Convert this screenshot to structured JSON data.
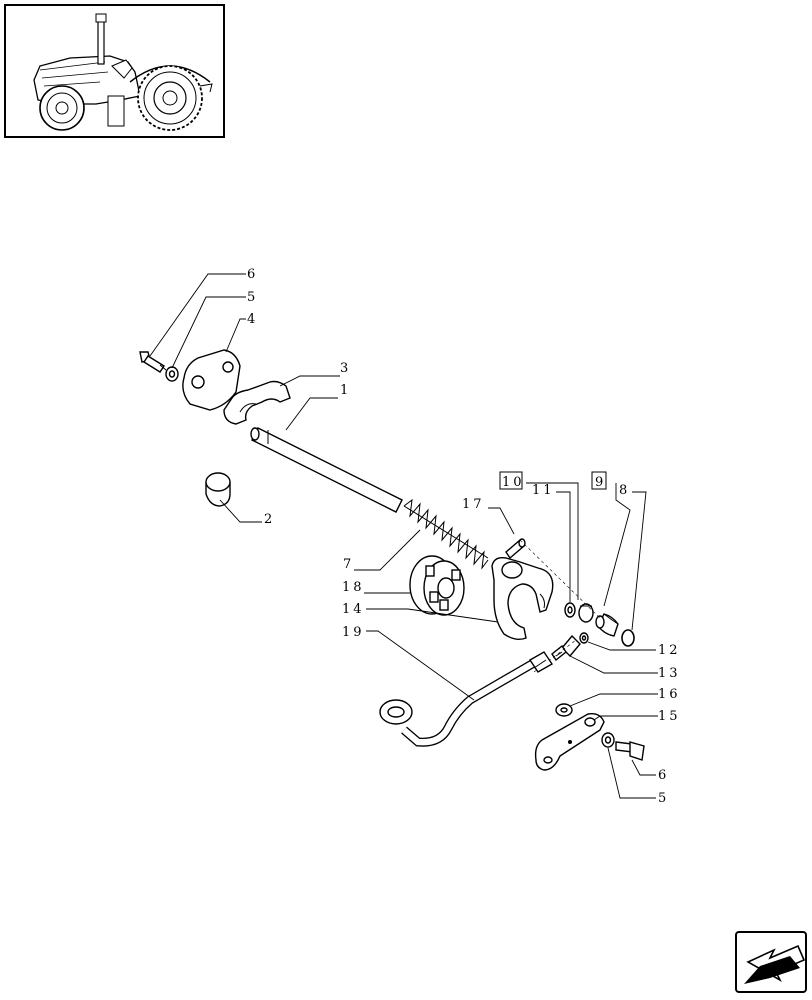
{
  "labels": {
    "p1": "1",
    "p2": "2",
    "p3": "3",
    "p4": "4",
    "p5a": "5",
    "p6a": "6",
    "p7": "7",
    "p8": "8",
    "p9": "9",
    "p10": "10",
    "p11": "11",
    "p12": "12",
    "p13": "13",
    "p14": "14",
    "p15": "15",
    "p16": "16",
    "p17": "17",
    "p18": "18",
    "p19": "19",
    "p5b": "5",
    "p6b": "6"
  },
  "icons": {
    "thumbnail": "tractor-thumbnail-icon",
    "navigation": "next-page-arrow-icon"
  }
}
